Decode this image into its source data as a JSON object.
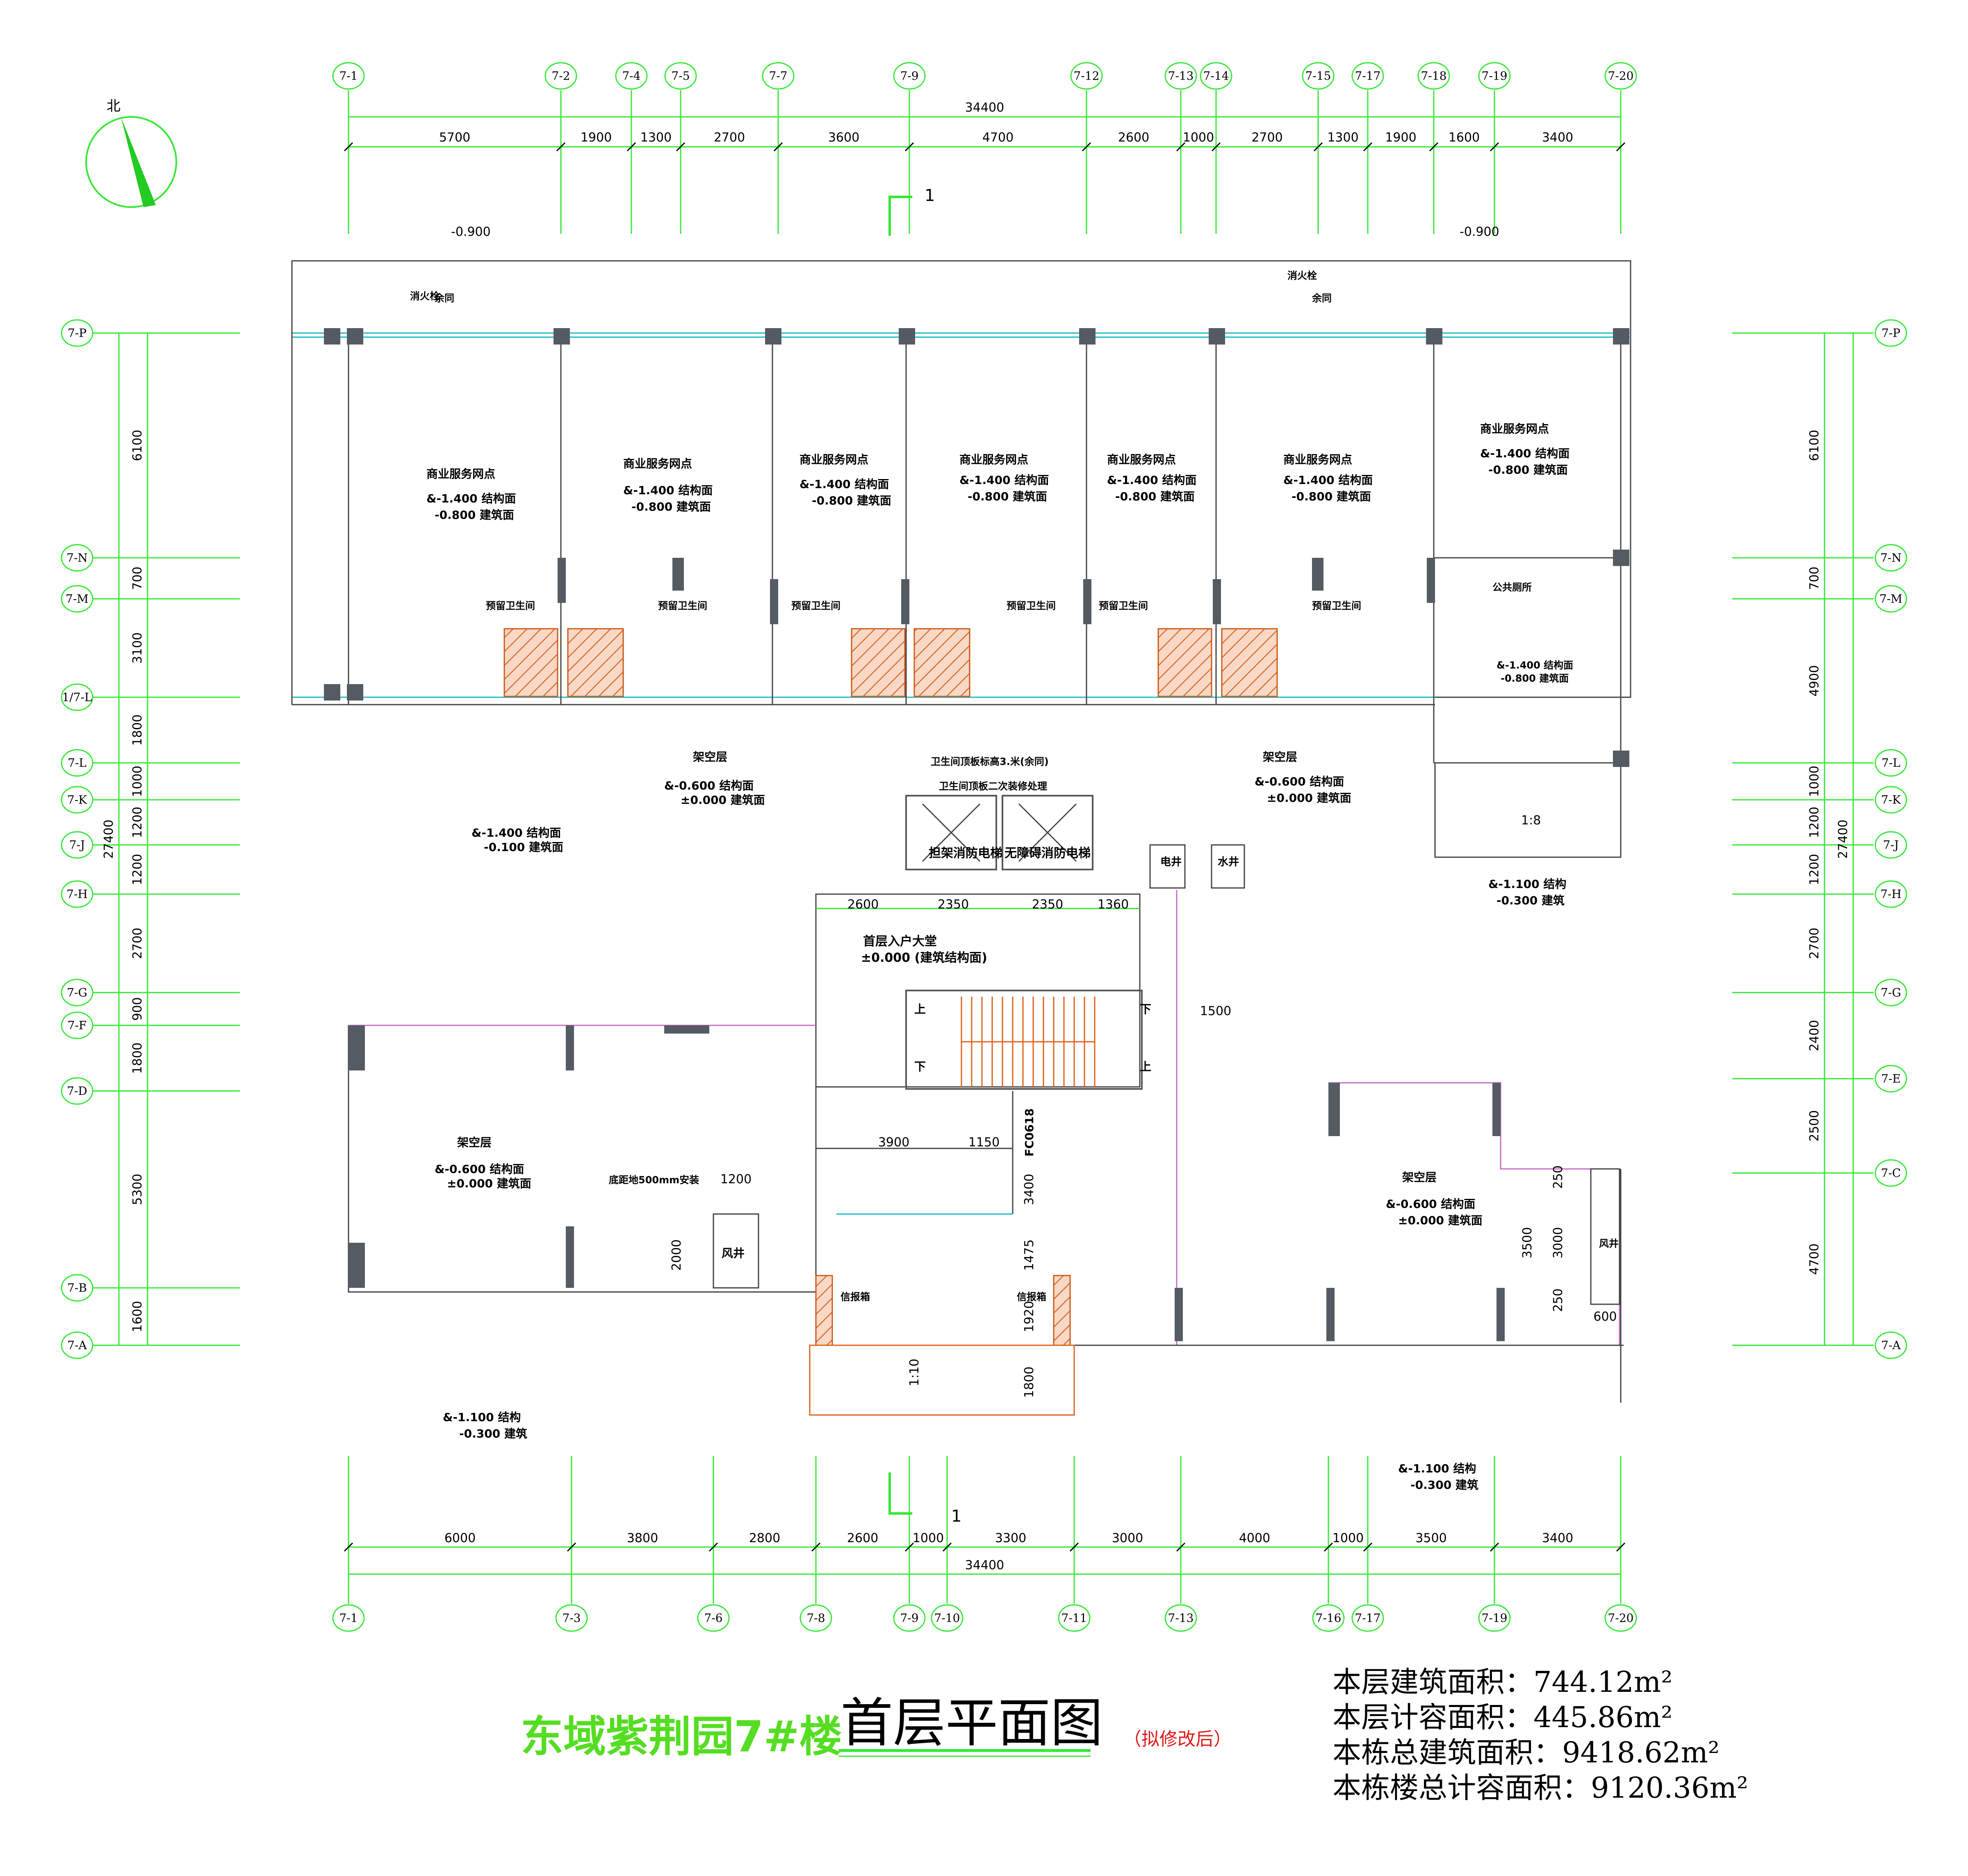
{
  "drawing": {
    "project_title": "东域紫荆园7#楼",
    "plan_title": "首层平面图",
    "revision_note": "（拟修改后）",
    "north_label": "北",
    "section_mark": "1",
    "area_stats": [
      {
        "label": "本层建筑面积：",
        "value": "744.12m²"
      },
      {
        "label": "本层计容面积：",
        "value": "445.86m²"
      },
      {
        "label": "本栋总建筑面积：",
        "value": "9418.62m²"
      },
      {
        "label": "本栋楼总计容面积：",
        "value": "9120.36m²"
      }
    ]
  },
  "grid": {
    "top_axes": [
      "7-1",
      "7-2",
      "7-4",
      "7-5",
      "7-7",
      "7-9",
      "7-12",
      "7-13",
      "7-14",
      "7-15",
      "7-17",
      "7-18",
      "7-19",
      "7-20"
    ],
    "bottom_axes": [
      "7-1",
      "7-3",
      "7-6",
      "7-8",
      "7-9",
      "7-10",
      "7-11",
      "7-13",
      "7-16",
      "7-17",
      "7-19",
      "7-20"
    ],
    "left_axes": [
      "7-P",
      "7-N",
      "7-M",
      "1/7-L",
      "7-L",
      "7-K",
      "7-J",
      "7-H",
      "7-G",
      "7-F",
      "7-D",
      "7-B",
      "7-A"
    ],
    "right_axes": [
      "7-P",
      "7-N",
      "7-M",
      "7-L",
      "7-K",
      "7-J",
      "7-H",
      "7-G",
      "7-E",
      "7-C",
      "7-A"
    ]
  },
  "dimensions": {
    "top_total": "34400",
    "top_segments": [
      "5700",
      "1900",
      "1300",
      "2700",
      "3600",
      "4700",
      "2600",
      "1000",
      "2700",
      "1300",
      "1900",
      "1600",
      "3400"
    ],
    "bottom_total": "34400",
    "bottom_segments": [
      "6000",
      "3800",
      "2800",
      "2600",
      "1000",
      "3300",
      "3000",
      "4000",
      "1000",
      "3500",
      "3400"
    ],
    "left_total": "27400",
    "left_segments": [
      "6100",
      "700",
      "3100",
      "1800",
      "1000",
      "1200",
      "1200",
      "2700",
      "900",
      "1800",
      "5300",
      "1600"
    ],
    "right_total": "27400",
    "right_segments": [
      "6100",
      "700",
      "4900",
      "1000",
      "1200",
      "1200",
      "2700",
      "2400",
      "2500",
      "4700"
    ]
  },
  "rooms": {
    "shop_name": "商业服务网点",
    "shop_struct": "&-1.400 结构面",
    "shop_arch": "-0.800 建筑面",
    "toilet": "预留卫生间",
    "toilet_note1": "卫生间顶板标高3.米(余同)",
    "toilet_note2": "卫生间顶板二次装修处理",
    "public_toilet": "公共厕所",
    "public_toilet_struct": "&-1.400 结构面",
    "public_toilet_arch": "-0.800 建筑面",
    "hydrant": "消火栓",
    "hydrant_same": "余同",
    "pilotis": "架空层",
    "pilotis_struct": "&-0.600 结构面",
    "pilotis_arch": "±0.000 建筑面",
    "elevator1": "担架消防电梯",
    "elevator2": "无障碍消防电梯",
    "elec_shaft": "电井",
    "water_shaft": "水井",
    "lobby": "首层入户大堂",
    "lobby_level": "±0.000 (建筑结构面)",
    "wind_shaft": "风井",
    "wind_note": "底距地500mm安装",
    "mailbox": "信报箱",
    "fire_door": "FC0618",
    "stair_up": "上",
    "stair_down": "下"
  },
  "levels": {
    "top_left": "-0.900",
    "top_right": "-0.900",
    "plaza_struct": "&-1.400 结构面",
    "plaza_arch": "-0.100 建筑面",
    "outer_struct": "&-1.100 结构",
    "outer_arch": "-0.300 建筑",
    "ramp1": "1:8",
    "ramp2": "1:10"
  },
  "inner_dims": {
    "lobby_w": [
      "2600",
      "2350",
      "2350",
      "1360"
    ],
    "d1500": "1500",
    "d3900": "3900",
    "d1150": "1150",
    "d1200": "1200",
    "d2000": "2000",
    "d3400": "3400",
    "d1475": "1475",
    "d1920": "1920",
    "d1800": "1800",
    "d3500": "3500",
    "d3000": "3000",
    "d250a": "250",
    "d250b": "250",
    "d600": "600"
  },
  "colors": {
    "grid": "#33e833",
    "title_green": "#55dd22",
    "wall": "#555b63",
    "window": "#19b8c8",
    "hatch": "#cc5a1a"
  }
}
